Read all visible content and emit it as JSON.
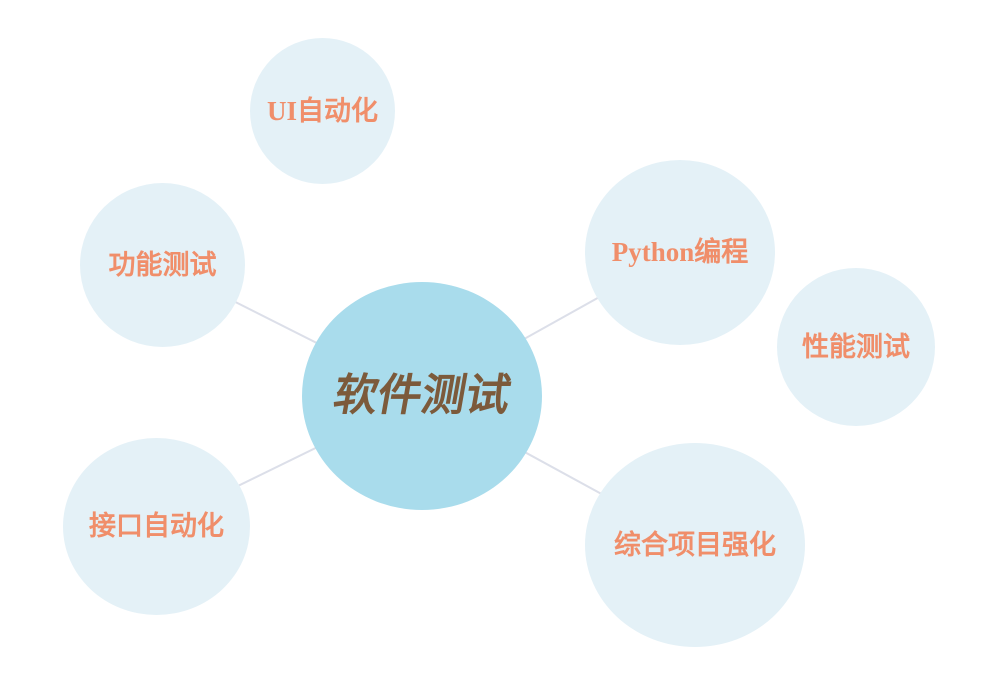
{
  "diagram": {
    "type": "mindmap",
    "center": {
      "label": "软件测试"
    },
    "nodes": [
      {
        "id": "ui-automation",
        "label": "UI自动化",
        "connected_to_center": false
      },
      {
        "id": "functional-testing",
        "label": "功能测试",
        "connected_to_center": true
      },
      {
        "id": "python-programming",
        "label": "Python编程",
        "connected_to_center": true
      },
      {
        "id": "performance-testing",
        "label": "性能测试",
        "connected_to_center": false
      },
      {
        "id": "api-automation",
        "label": "接口自动化",
        "connected_to_center": true
      },
      {
        "id": "comprehensive-project",
        "label": "综合项目强化",
        "connected_to_center": true
      }
    ],
    "palette": {
      "canvas_bg": "#ffffff",
      "center_fill": "#a9dcec",
      "node_fill": "#e4f1f7",
      "node_label_color": "#f08e6a",
      "center_label_color": "#7c5a3b",
      "connector_color": "#dcdfe9"
    }
  }
}
